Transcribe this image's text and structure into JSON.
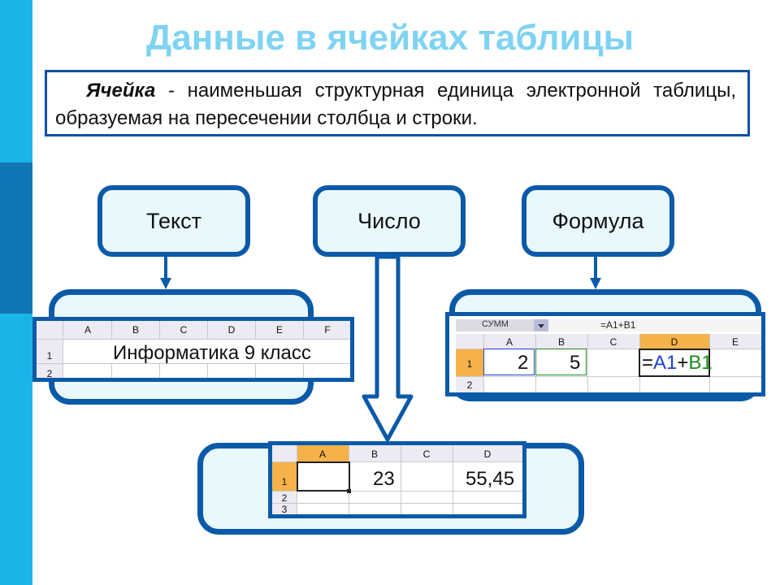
{
  "title": "Данные в ячейках таблицы",
  "definition": {
    "term": "Ячейка",
    "text": " - наименьшая структурная единица электронной таблицы, образуемая на пересечении столбца и строки."
  },
  "kinds": {
    "text": "Текст",
    "number": "Число",
    "formula": "Формула"
  },
  "sheet_text": {
    "columns": [
      "A",
      "B",
      "C",
      "D",
      "E",
      "F"
    ],
    "rows": [
      "1",
      "2"
    ],
    "content": "Информатика 9 класс"
  },
  "sheet_number": {
    "columns": [
      "A",
      "B",
      "C",
      "D"
    ],
    "rows": [
      "1",
      "2",
      "3"
    ],
    "values": [
      "23",
      "55,45"
    ]
  },
  "sheet_formula": {
    "name_box": "СУММ",
    "formula_bar": "=A1+B1",
    "columns": [
      "A",
      "B",
      "C",
      "D",
      "E"
    ],
    "rows": [
      "1",
      "2"
    ],
    "a1": "2",
    "b1": "5",
    "formula_eq": "=",
    "formula_ref1": "A1",
    "formula_plus": "+",
    "formula_ref2": "B1",
    "colors": {
      "ref1": "#1f3fd6",
      "ref2": "#1a8a1a",
      "selected_header": "#f6b24a"
    }
  }
}
